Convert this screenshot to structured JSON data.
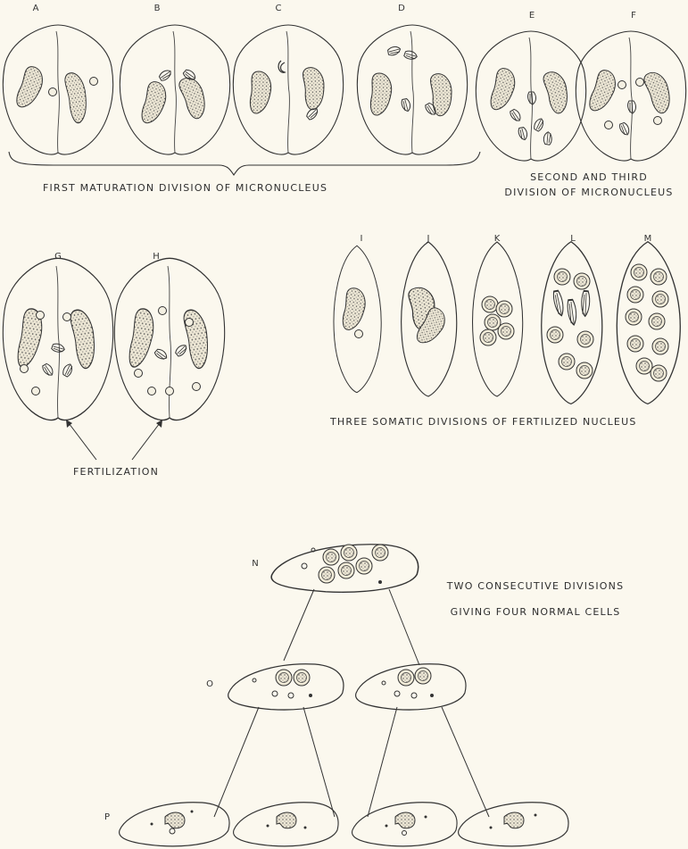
{
  "panels": {
    "A": "A",
    "B": "B",
    "C": "C",
    "D": "D",
    "E": "E",
    "F": "F",
    "G": "G",
    "H": "H",
    "I": "I",
    "J": "J",
    "K": "K",
    "L": "L",
    "M": "M",
    "N": "N",
    "O": "O",
    "P": "P"
  },
  "captions": {
    "first_maturation": "FIRST MATURATION DIVISION OF MICRONUCLEUS",
    "second_third_line1": "SECOND AND THIRD",
    "second_third_line2": "DIVISION OF MICRONUCLEUS",
    "somatic": "THREE SOMATIC DIVISIONS OF FERTILIZED NUCLEUS",
    "fertilization": "FERTILIZATION",
    "consecutive_line1": "TWO CONSECUTIVE DIVISIONS",
    "consecutive_line2": "GIVING FOUR NORMAL CELLS"
  }
}
